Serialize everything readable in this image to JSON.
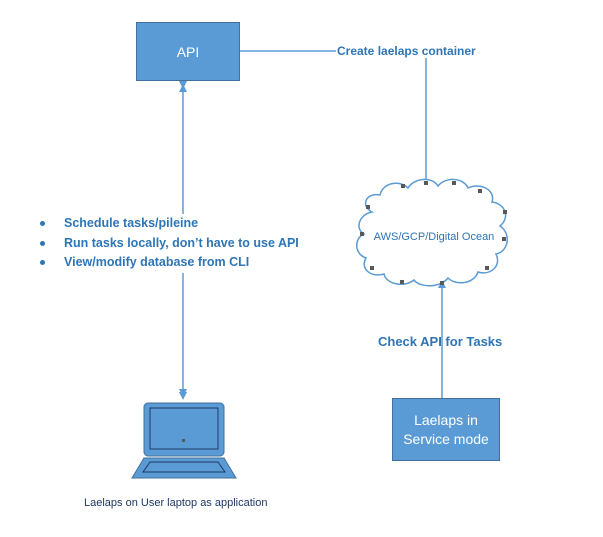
{
  "diagram": {
    "api_box": {
      "label": "API"
    },
    "service_box": {
      "line1": "Laelaps in",
      "line2": "Service mode"
    },
    "cloud": {
      "label": "AWS/GCP/Digital Ocean"
    },
    "edges": {
      "create_container": "Create laelaps container",
      "check_tasks": "Check API for Tasks"
    },
    "features": [
      "Schedule tasks/pileine",
      "Run tasks locally, don’t have to use API",
      "View/modify database from CLI"
    ],
    "laptop": {
      "caption": "Laelaps on User laptop as application"
    }
  },
  "colors": {
    "box_fill": "#5b9bd5",
    "box_border": "#41719c",
    "text_blue": "#2e75b6",
    "arrow": "#5b9bd5"
  }
}
